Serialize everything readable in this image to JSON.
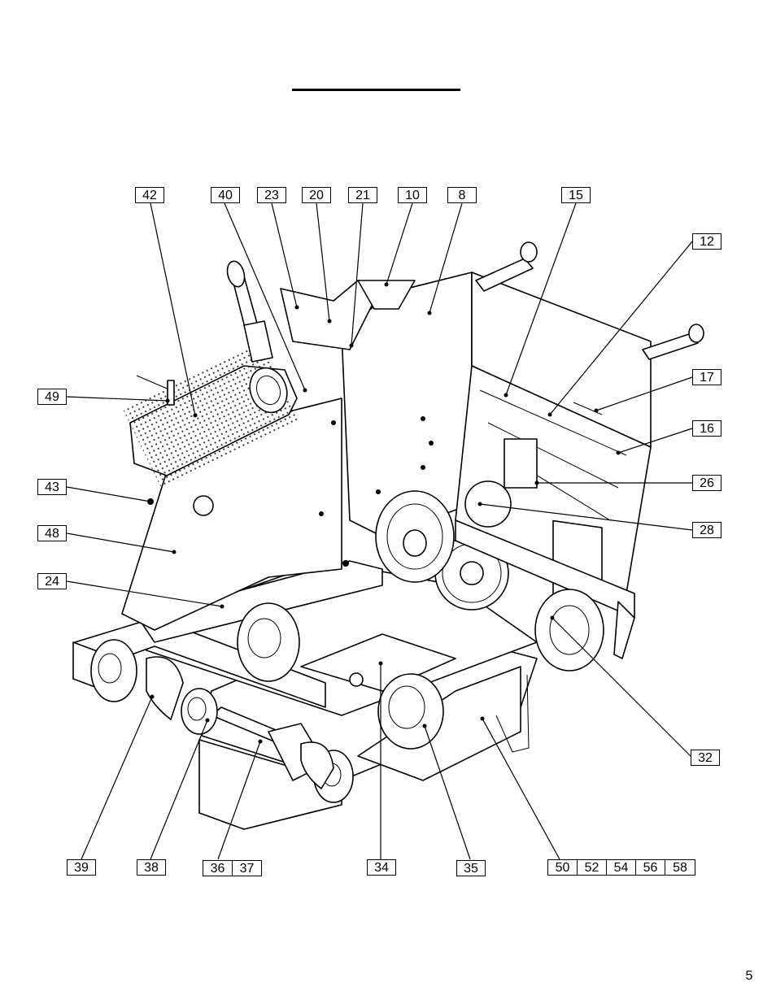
{
  "page_number": "5",
  "callouts": [
    {
      "id": "c42",
      "label": "42"
    },
    {
      "id": "c40",
      "label": "40"
    },
    {
      "id": "c23",
      "label": "23"
    },
    {
      "id": "c20",
      "label": "20"
    },
    {
      "id": "c21",
      "label": "21"
    },
    {
      "id": "c10",
      "label": "10"
    },
    {
      "id": "c8",
      "label": "8"
    },
    {
      "id": "c15",
      "label": "15"
    },
    {
      "id": "c12",
      "label": "12"
    },
    {
      "id": "c17",
      "label": "17"
    },
    {
      "id": "c16",
      "label": "16"
    },
    {
      "id": "c26",
      "label": "26"
    },
    {
      "id": "c28",
      "label": "28"
    },
    {
      "id": "c49",
      "label": "49"
    },
    {
      "id": "c43",
      "label": "43"
    },
    {
      "id": "c48",
      "label": "48"
    },
    {
      "id": "c24",
      "label": "24"
    },
    {
      "id": "c32",
      "label": "32"
    },
    {
      "id": "c39",
      "label": "39"
    },
    {
      "id": "c38",
      "label": "38"
    },
    {
      "id": "c36",
      "label": "36"
    },
    {
      "id": "c37",
      "label": "37"
    },
    {
      "id": "c34",
      "label": "34"
    },
    {
      "id": "c35",
      "label": "35"
    },
    {
      "id": "c50",
      "label": "50"
    },
    {
      "id": "c52",
      "label": "52"
    },
    {
      "id": "c54",
      "label": "54"
    },
    {
      "id": "c56",
      "label": "56"
    },
    {
      "id": "c58",
      "label": "58"
    }
  ]
}
